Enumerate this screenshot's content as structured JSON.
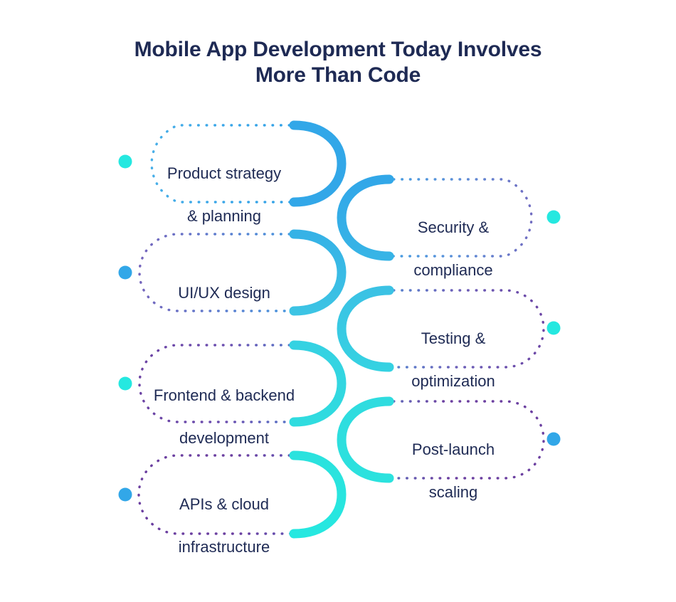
{
  "title": {
    "line1": "Mobile App Development Today Involves",
    "line2": "More Than Code"
  },
  "colors": {
    "title": "#1e2a54",
    "label": "#1e2a54",
    "blue": "#32a7e8",
    "cyan": "#25e8e0",
    "dotted_purple": "#6b3fa0",
    "dotted_blue": "#3aa6e8",
    "background": "#ffffff"
  },
  "left_nodes": [
    {
      "label_line1": "Product strategy",
      "label_line2": "& planning",
      "dot_color": "#25e8e0"
    },
    {
      "label_line1": "UI/UX design",
      "label_line2": "",
      "dot_color": "#32a7e8"
    },
    {
      "label_line1": "Frontend & backend",
      "label_line2": "development",
      "dot_color": "#25e8e0"
    },
    {
      "label_line1": "APIs & cloud",
      "label_line2": "infrastructure",
      "dot_color": "#32a7e8"
    }
  ],
  "right_nodes": [
    {
      "label_line1": "Security &",
      "label_line2": "compliance",
      "dot_color": "#25e8e0"
    },
    {
      "label_line1": "Testing &",
      "label_line2": "optimization",
      "dot_color": "#25e8e0"
    },
    {
      "label_line1": "Post-launch",
      "label_line2": "scaling",
      "dot_color": "#32a7e8"
    }
  ]
}
